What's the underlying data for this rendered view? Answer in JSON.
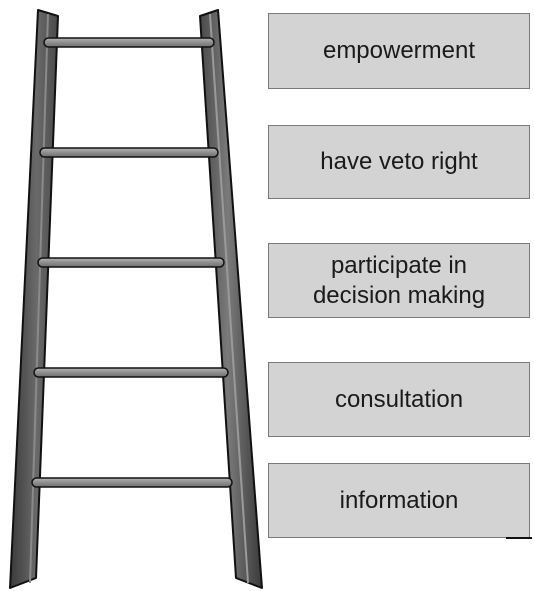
{
  "diagram": {
    "levels": [
      {
        "label": "empowerment"
      },
      {
        "label": "have veto right"
      },
      {
        "label": "participate in\ndecision making"
      },
      {
        "label": "consultation"
      },
      {
        "label": "information"
      }
    ],
    "colors": {
      "box_fill": "#d3d3d3",
      "box_border": "#7a7a7a",
      "rail_dark": "#4a4a4a",
      "rail_light": "#7a7a7a",
      "rung": "#9a9a9a",
      "outline": "#111111"
    }
  }
}
